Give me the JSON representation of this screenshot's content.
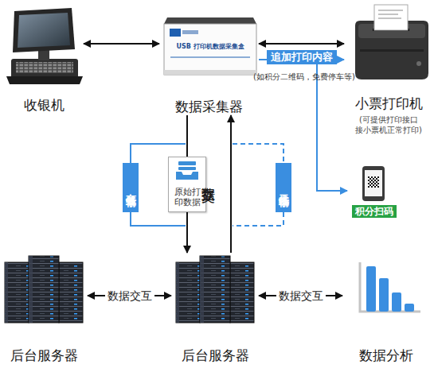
{
  "diagram": {
    "nodes": [
      {
        "text": [
          "收银机"
        ]
      },
      {
        "text": [
          "数据采集器"
        ]
      },
      {
        "text": [
          "小票打印机",
          "(可提供打印接口 接小票机正常打印)"
        ]
      },
      {
        "text": [
          "有线传输"
        ]
      },
      {
        "text": [
          "原始打印数据"
        ]
      },
      {
        "text": [
          "无线传输"
        ]
      },
      {
        "text": [
          "积分扫码"
        ]
      },
      {
        "text": [
          "后台服务器"
        ]
      },
      {
        "text": [
          "后台服务器"
        ]
      },
      {
        "text": [
          "数据分析"
        ]
      }
    ],
    "edges": [
      {
        "from": 0,
        "to": 1,
        "arrow": "both"
      },
      {
        "from": 1,
        "to": 2,
        "arrow": "both"
      },
      {
        "from": 1,
        "to": 2,
        "label": "追加打印内容",
        "arrow": "to"
      },
      {
        "from": 1,
        "to": 6,
        "arrow": "to"
      },
      {
        "from": 1,
        "to": 8,
        "arrow": "to"
      },
      {
        "from": 8,
        "to": 1,
        "label": "数据交互",
        "arrow": "to"
      },
      {
        "from": 7,
        "to": 8,
        "label": "数据交互",
        "arrow": "both"
      },
      {
        "from": 8,
        "to": 9,
        "label": "数据交互",
        "arrow": "both"
      }
    ],
    "labels": [
      "(如积分二维码，免费停车等)",
      "USB 打印机数据采集盒"
    ]
  }
}
